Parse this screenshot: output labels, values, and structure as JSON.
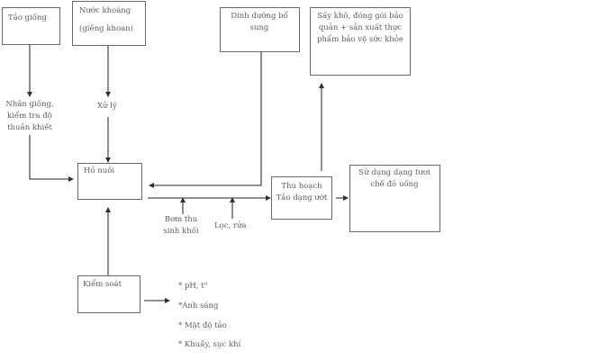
{
  "diagram": {
    "nodes": {
      "tao_giong": {
        "label": "Tảo giống"
      },
      "nuoc_khoang": {
        "line1": "Nước khoáng",
        "line2": "(giếng khoan)"
      },
      "dinh_duong": {
        "label": "Dinh dưỡng bổ sung"
      },
      "say_kho": {
        "label": "Sấy khô, đóng gói bảo quản + sản xuất thực phẩm bảo vệ sức khỏe"
      },
      "ho_nuoi": {
        "label": "Hồ nuôi"
      },
      "thu_hoach": {
        "line1": "Thu hoạch",
        "line2": "Tảo dạng ướt"
      },
      "su_dung": {
        "label": "Sử dụng dạng tươi chế đồ uống"
      },
      "kiem_soat": {
        "label": "Kiểm soát"
      }
    },
    "labels": {
      "nhan_giong": "Nhân giống, kiểm tra độ thuần khiết",
      "xu_ly": "Xử lý",
      "bom_thu": "Bơm thu sinh khối",
      "loc_rua": "Lọc, rửa"
    },
    "control_factors": [
      "* pH, t⁰",
      "*Ánh sáng",
      "* Mật độ tảo",
      "* Khuấy, sục khí"
    ]
  }
}
